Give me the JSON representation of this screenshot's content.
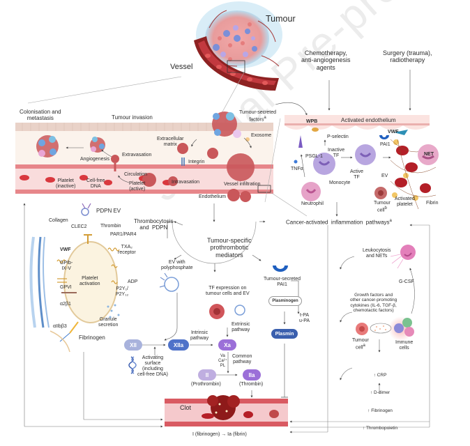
{
  "top": {
    "tumour": "Tumour",
    "vessel": "Vessel",
    "chemotherapy": "Chemotherapy,\nanti-angiogenesis\nagents",
    "surgery": "Surgery (trauma),\nradiotherapy"
  },
  "invasion_panel": {
    "colonisation": "Colonisation and\nmetastasis",
    "tumour_invasion": "Tumour invasion",
    "tumour_secreted_factors": "Tumour-secreted\nfactors",
    "tumour_secreted_sup": "a",
    "extracellular_matrix": "Extracellular\nmatrix",
    "exosome": "Exosome",
    "angiogenesis": "Angiogenesis",
    "extravasation": "Extravasation",
    "integrin": "Integrin",
    "circulation": "Circulation",
    "platelet_inactive": "Platelet\n(inactive)",
    "cell_free_dna": "Cell-free\nDNA",
    "platelet_active": "Platelet\n(active)",
    "intravasation": "Intravasation",
    "vessel_infiltration": "Vessel infiltration",
    "endothelium": "Endothelium"
  },
  "endothelium_panel": {
    "title": "Activated endothelium",
    "wpb": "WPB",
    "p_selectin": "P-selectin",
    "tnfa": "TNFα",
    "psgl1": "PSGL-1",
    "inactive_tf": "Inactive\nTF",
    "active_tf": "Active\nTF",
    "monocyte": "Monocyte",
    "neutrophil": "Neutrophil",
    "pai1": "PAI1",
    "vwf": "VWF",
    "ev": "EV",
    "net": "NET",
    "tumour_cell": "Tumour\ncell",
    "tumour_cell_sup": "b",
    "activated_platelet": "Activated\nplatelet",
    "fibrin": "Fibrin"
  },
  "platelet_panel": {
    "pdpn_ev": "PDPN EV",
    "collagen": "Collagen",
    "clec2": "CLEC2",
    "thrombin": "Thrombin",
    "par": "PAR1/PAR4",
    "txa2": "TXA₂\nreceptor",
    "vwf": "VWF",
    "gpib": "GPIb-\nIX-V",
    "gpvi": "GPVI",
    "a2b1": "α2β1",
    "platelet_activation": "Platelet\nactivation",
    "adp": "ADP",
    "p2y": "P2Y₁/\nP2Y₁₂",
    "granule": "Granule\nsecretion",
    "aiib": "αIIbβ3",
    "fibrinogen": "Fibrinogen"
  },
  "center": {
    "mediators": "Tumour-specific\nprothrombotic\nmediators",
    "thrombocytosis": "Thrombocytosis\nand  PDPN",
    "ev_poly": "EV with\npolyphosphate",
    "tf_expression": "TF expression on\ntumour cells and EV",
    "tumour_pai1": "Tumour-secreted\nPAI1",
    "cancer_pathways": "Cancer-activated  inflammation  pathways",
    "cancer_pathways_sup": "a"
  },
  "coagulation": {
    "xii": "XII",
    "xiia": "XIIa",
    "xa": "Xa",
    "ii": "II",
    "iia": "IIa",
    "intrinsic": "Intrinsic\npathway",
    "extrinsic": "Extrinsic\npathway",
    "common": "Common\npathway",
    "cofactors": "Va\nCa²⁺\nPL",
    "activating_surface": "Activating\nsurface\n(including\ncell-free DNA)",
    "prothrombin": "(Prothrombin)",
    "thrombin": "(Thrombin)",
    "plasminogen": "Plasminogen",
    "plasmin": "Plasmin",
    "tpa": "t-PA\nu-PA"
  },
  "inflammation": {
    "leukocytosis": "Leukocytosis\nand NETs",
    "gcsf": "G-CSF",
    "growth_factors": "Growth factors and\nother cancer-promoting\ncytokines (IL-6, TGF-β,\nchemotactic factors)",
    "tumour_cell": "Tumour\ncell",
    "tumour_cell_sup": "a",
    "immune_cells": "Immune\ncells",
    "markers": [
      "↑ CRP",
      "↑ D-dimer",
      "↑ Fibrinogen",
      "↑ Thrombopoietin"
    ]
  },
  "clot": {
    "label": "Clot",
    "reaction": "I (fibrinogen) → Ia (fibrin)"
  },
  "watermark": "Journal Pre-proof",
  "colors": {
    "vessel_red": "#d95a62",
    "vessel_pink": "#f5c9cc",
    "endothelium_tan": "#f0dcd6",
    "factor_purple": "#9b84d6",
    "factor_blue": "#4a6fc9",
    "plasmin_blue": "#3a5fae",
    "pai1_blue": "#1f5fbf",
    "arrow_grey": "#666666"
  }
}
